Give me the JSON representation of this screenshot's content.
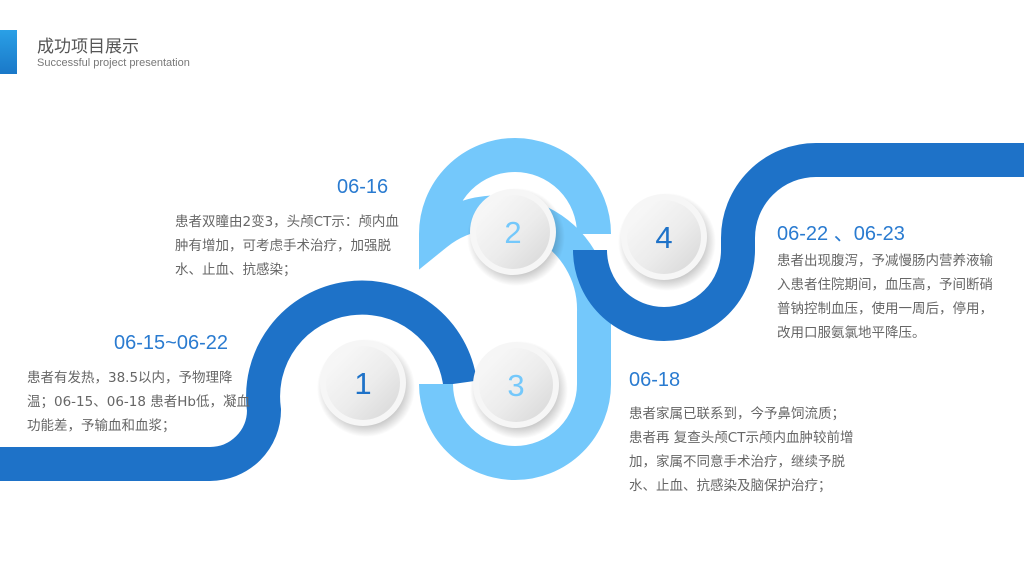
{
  "header": {
    "title": "成功项目展示",
    "subtitle": "Successful project presentation"
  },
  "colors": {
    "dark_blue": "#1E72C8",
    "light_blue": "#74C8FB",
    "accent": "#2A7BD0",
    "text": "#666666"
  },
  "steps": [
    {
      "number": "1",
      "date": "06-15~06-22",
      "text": "患者有发热，38.5以内，予物理降温；06-15、06-18 患者Hb低，凝血功能差，予输血和血浆；"
    },
    {
      "number": "2",
      "date": "06-16",
      "text": "患者双瞳由2变3，头颅CT示：颅内血肿有增加，可考虑手术治疗，加强脱水、止血、抗感染；"
    },
    {
      "number": "3",
      "date": "06-18",
      "text": "患者家属已联系到，今予鼻饲流质；患者再 复查头颅CT示颅内血肿较前增加，家属不同意手术治疗，继续予脱水、止血、抗感染及脑保护治疗；"
    },
    {
      "number": "4",
      "date": "06-22 、06-23",
      "text": " 患者出现腹泻，予减慢肠内营养液输入患者住院期间，血压高，予间断硝普钠控制血压，使用一周后，停用，改用口服氨氯地平降压。"
    }
  ]
}
